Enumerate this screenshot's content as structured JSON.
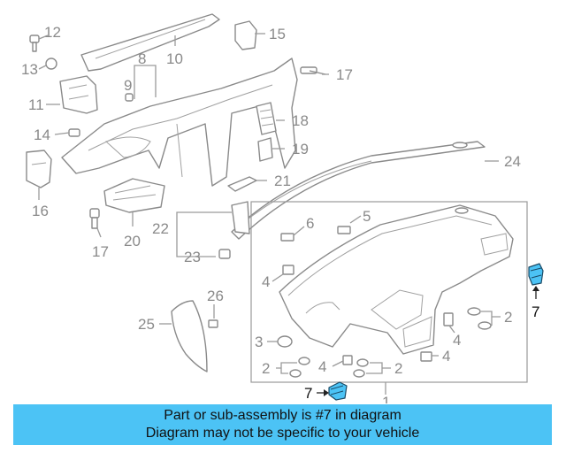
{
  "highlight_color": "#4cc3f5",
  "callouts": {
    "c1": "1",
    "c2a": "2",
    "c2b": "2",
    "c2c": "2",
    "c3": "3",
    "c4a": "4",
    "c4b": "4",
    "c4c": "4",
    "c4d": "4",
    "c5": "5",
    "c6": "6",
    "c7a": "7",
    "c7b": "7",
    "c8": "8",
    "c9": "9",
    "c10": "10",
    "c11": "11",
    "c12": "12",
    "c13": "13",
    "c14": "14",
    "c15": "15",
    "c16": "16",
    "c17a": "17",
    "c17b": "17",
    "c18": "18",
    "c19": "19",
    "c20": "20",
    "c21": "21",
    "c22": "22",
    "c23": "23",
    "c24": "24",
    "c25": "25",
    "c26": "26"
  },
  "banner": {
    "line1": "Part or sub-assembly is #7 in diagram",
    "line2": "Diagram may not be specific to your vehicle"
  }
}
